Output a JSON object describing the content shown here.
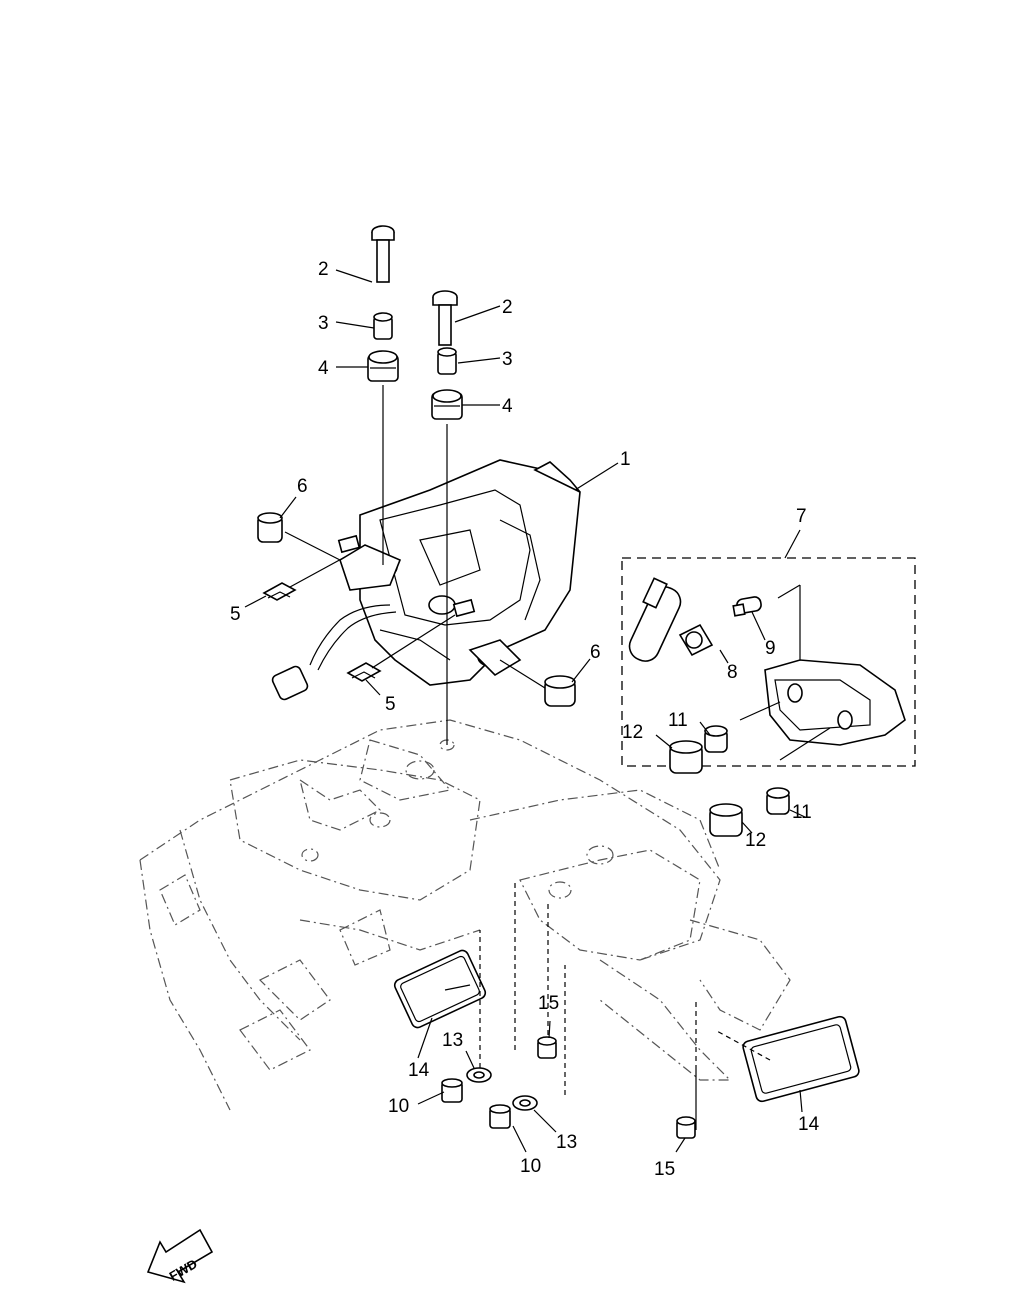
{
  "diagram": {
    "callouts": [
      {
        "id": "c-2a",
        "text": "2"
      },
      {
        "id": "c-2b",
        "text": "2"
      },
      {
        "id": "c-3a",
        "text": "3"
      },
      {
        "id": "c-3b",
        "text": "3"
      },
      {
        "id": "c-4a",
        "text": "4"
      },
      {
        "id": "c-4b",
        "text": "4"
      },
      {
        "id": "c-1",
        "text": "1"
      },
      {
        "id": "c-6a",
        "text": "6"
      },
      {
        "id": "c-6b",
        "text": "6"
      },
      {
        "id": "c-5a",
        "text": "5"
      },
      {
        "id": "c-5b",
        "text": "5"
      },
      {
        "id": "c-7",
        "text": "7"
      },
      {
        "id": "c-8",
        "text": "8"
      },
      {
        "id": "c-9",
        "text": "9"
      },
      {
        "id": "c-11a",
        "text": "11"
      },
      {
        "id": "c-11b",
        "text": "11"
      },
      {
        "id": "c-12a",
        "text": "12"
      },
      {
        "id": "c-12b",
        "text": "12"
      },
      {
        "id": "c-13a",
        "text": "13"
      },
      {
        "id": "c-13b",
        "text": "13"
      },
      {
        "id": "c-14a",
        "text": "14"
      },
      {
        "id": "c-14b",
        "text": "14"
      },
      {
        "id": "c-15a",
        "text": "15"
      },
      {
        "id": "c-15b",
        "text": "15"
      },
      {
        "id": "c-10a",
        "text": "10"
      },
      {
        "id": "c-10b",
        "text": "10"
      }
    ],
    "fwd_label": "FWD"
  }
}
